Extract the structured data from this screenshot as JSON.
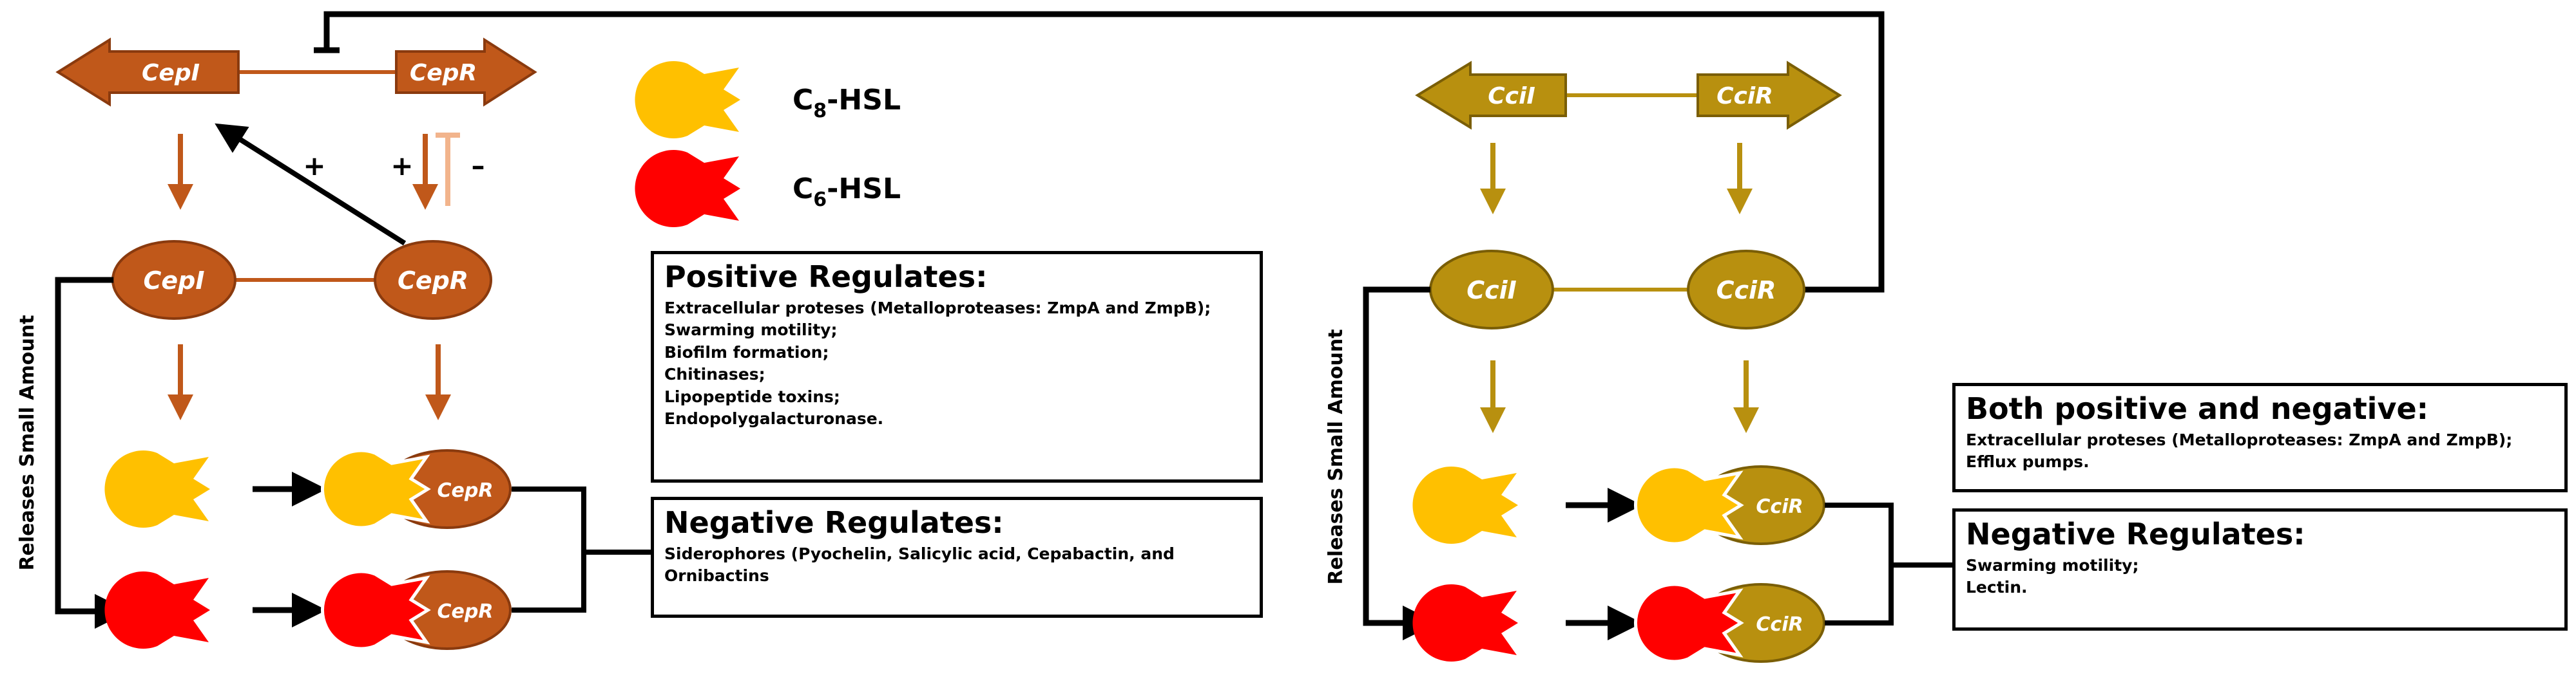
{
  "colors": {
    "cep": "#C0581A",
    "cep_dark": "#8A3A0E",
    "cep_light_arrow": "#F2B48C",
    "cci": "#B8900F",
    "cci_dark": "#7A5E06",
    "c8_hsl": "#FFC000",
    "c6_hsl": "#FF0000",
    "line": "#000000"
  },
  "cep_system": {
    "gene_i": "CepI",
    "gene_r": "CepR",
    "protein_i": "CepI",
    "protein_r": "CepR",
    "complex_c8": "CepR",
    "complex_c6": "CepR",
    "sign_plus_left": "+",
    "sign_plus_right": "+",
    "sign_minus": "–",
    "side_label": "Releases Small Amount"
  },
  "cci_system": {
    "gene_i": "CciI",
    "gene_r": "CciR",
    "protein_i": "CciI",
    "protein_r": "CciR",
    "complex_c8": "CciR",
    "complex_c6": "CciR",
    "side_label": "Releases Small Amount"
  },
  "legend": {
    "c8_prefix": "C",
    "c8_sub": "8",
    "c8_suffix": "-HSL",
    "c6_prefix": "C",
    "c6_sub": "6",
    "c6_suffix": "-HSL"
  },
  "boxes": {
    "cep_positive": {
      "title": "Positive Regulates:",
      "items": [
        "Extracellular proteses (Metalloproteases: ZmpA and ZmpB);",
        "Swarming motility;",
        "Biofilm formation;",
        "Chitinases;",
        "Lipopeptide toxins;",
        "Endopolygalacturonase."
      ]
    },
    "cep_negative": {
      "title": "Negative Regulates:",
      "items": [
        "Siderophores (Pyochelin, Salicylic acid, Cepabactin, and",
        "Ornibactins"
      ]
    },
    "cci_both": {
      "title": "Both positive and negative:",
      "items": [
        "Extracellular proteses (Metalloproteases: ZmpA and ZmpB);",
        "Efflux pumps."
      ]
    },
    "cci_negative": {
      "title": "Negative Regulates:",
      "items": [
        "Swarming motility;",
        "Lectin."
      ]
    }
  }
}
